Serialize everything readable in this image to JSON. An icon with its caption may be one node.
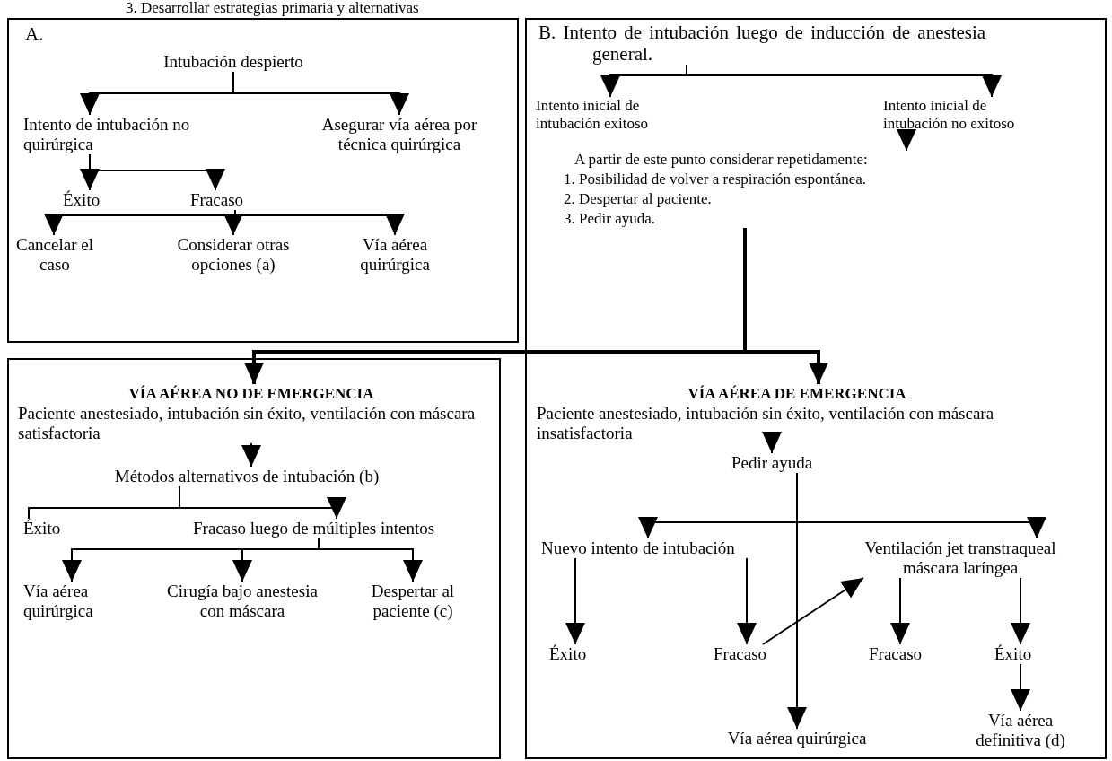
{
  "diagram": {
    "nodes": [
      {
        "text": [
          "A."
        ]
      },
      {
        "text": [
          "Intubación despierto"
        ],
        "in": 0
      },
      {
        "text": [
          "Intento de intubación no quirúrgica"
        ],
        "in": 0
      },
      {
        "text": [
          "Asegurar vía aérea por técnica quirúrgica"
        ],
        "in": 0
      },
      {
        "text": [
          "Éxito"
        ],
        "in": 0
      },
      {
        "text": [
          "Fracaso"
        ],
        "in": 0
      },
      {
        "text": [
          "Cancelar el caso"
        ],
        "in": 0
      },
      {
        "text": [
          "Considerar otras opciones (a)"
        ],
        "in": 0
      },
      {
        "text": [
          "Vía aérea quirúrgica"
        ],
        "in": 0
      },
      {
        "text": [],
        "shape": "box"
      },
      {
        "text": [
          "B. Intento de intubación luego de inducción de anestesia general."
        ],
        "in": 9
      },
      {
        "text": [
          "Intento inicial de intubación exitoso"
        ],
        "in": 9
      },
      {
        "text": [
          "Intento inicial de intubación no exitoso"
        ],
        "in": 9
      },
      {
        "text": [
          "A partir de este punto considerar repetidamente:",
          "1. Posibilidad de volver a respiración espontánea.",
          "2. Despertar al paciente.",
          "3. Pedir ayuda."
        ],
        "in": 9
      },
      {
        "text": [],
        "shape": "box"
      },
      {
        "text": [
          "VÍA AÉREA NO DE EMERGENCIA",
          "Paciente anestesiado, intubación sin éxito, ventilación con máscara satisfactoria"
        ],
        "in": 14
      },
      {
        "text": [
          "Métodos alternativos de intubación (b)"
        ],
        "in": 14
      },
      {
        "text": [
          "Éxito"
        ],
        "in": 14
      },
      {
        "text": [
          "Fracaso luego de múltiples intentos"
        ],
        "in": 14
      },
      {
        "text": [
          "Vía aérea quirúrgica"
        ],
        "in": 14
      },
      {
        "text": [
          "Cirugía bajo anestesia con máscara"
        ],
        "in": 14
      },
      {
        "text": [
          "Despertar al paciente (c)"
        ],
        "in": 14
      },
      {
        "text": [
          "VÍA AÉREA DE EMERGENCIA",
          "Paciente anestesiado, intubación sin éxito, ventilación con máscara insatisfactoria"
        ],
        "in": 9
      },
      {
        "text": [
          "Pedir ayuda"
        ],
        "in": 9
      },
      {
        "text": [
          "Nuevo intento de intubación"
        ],
        "in": 9
      },
      {
        "text": [
          "Ventilación jet transtraqueal máscara laríngea"
        ],
        "in": 9
      },
      {
        "text": [
          "Éxito"
        ],
        "in": 9
      },
      {
        "text": [
          "Fracaso"
        ],
        "in": 9
      },
      {
        "text": [
          "Vía aérea quirúrgica"
        ],
        "in": 9
      },
      {
        "text": [
          "Fracaso"
        ],
        "in": 9
      },
      {
        "text": [
          "Éxito"
        ],
        "in": 9
      },
      {
        "text": [
          "Vía aérea definitiva (d)"
        ],
        "in": 9
      }
    ],
    "edges": [
      {
        "from": 1,
        "to": 2,
        "arrow": "to"
      },
      {
        "from": 1,
        "to": 3,
        "arrow": "to"
      },
      {
        "from": 2,
        "to": 4,
        "arrow": "to"
      },
      {
        "from": 2,
        "to": 5,
        "arrow": "to"
      },
      {
        "from": 5,
        "to": 6,
        "arrow": "to"
      },
      {
        "from": 5,
        "to": 7,
        "arrow": "to"
      },
      {
        "from": 5,
        "to": 8,
        "arrow": "to"
      },
      {
        "from": 10,
        "to": 11,
        "arrow": "to"
      },
      {
        "from": 10,
        "to": 12,
        "arrow": "to"
      },
      {
        "from": 12,
        "to": 13,
        "arrow": "to"
      },
      {
        "from": 13,
        "to": 15,
        "arrow": "to",
        "style": "thick"
      },
      {
        "from": 13,
        "to": 22,
        "arrow": "to",
        "style": "thick"
      },
      {
        "from": 15,
        "to": 16,
        "arrow": "to"
      },
      {
        "from": 16,
        "to": 17,
        "arrow": "none"
      },
      {
        "from": 16,
        "to": 18,
        "arrow": "to"
      },
      {
        "from": 18,
        "to": 19,
        "arrow": "to"
      },
      {
        "from": 18,
        "to": 20,
        "arrow": "to"
      },
      {
        "from": 18,
        "to": 21,
        "arrow": "to"
      },
      {
        "from": 22,
        "to": 23,
        "arrow": "to"
      },
      {
        "from": 23,
        "to": 24,
        "arrow": "to"
      },
      {
        "from": 23,
        "to": 25,
        "arrow": "to"
      },
      {
        "from": 23,
        "to": 28,
        "arrow": "to"
      },
      {
        "from": 24,
        "to": 26,
        "arrow": "to"
      },
      {
        "from": 24,
        "to": 27,
        "arrow": "to"
      },
      {
        "from": 27,
        "to": 25,
        "arrow": "to"
      },
      {
        "from": 25,
        "to": 29,
        "arrow": "to"
      },
      {
        "from": 25,
        "to": 30,
        "arrow": "to"
      },
      {
        "from": 30,
        "to": 31,
        "arrow": "to"
      }
    ],
    "labels": [
      "3. Desarrollar estrategias primaria y alternativas"
    ]
  }
}
